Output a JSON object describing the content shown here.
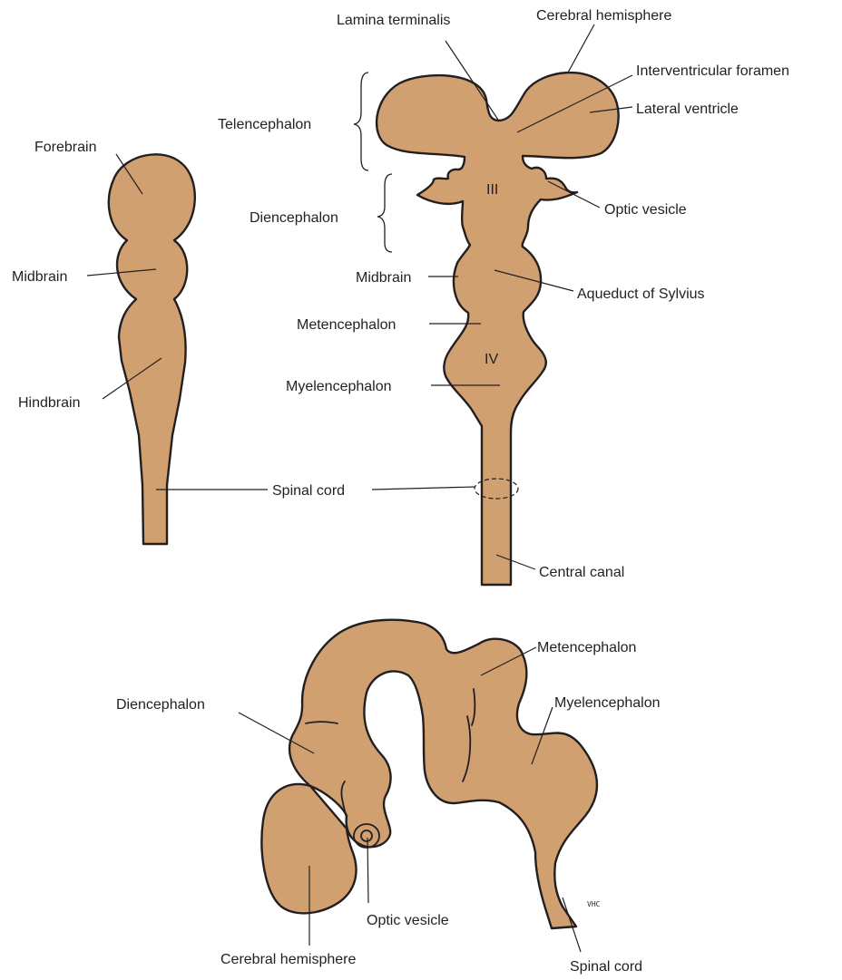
{
  "figure_a": {
    "forebrain": "Forebrain",
    "midbrain": "Midbrain",
    "hindbrain": "Hindbrain",
    "spinal_cord": "Spinal cord"
  },
  "figure_b": {
    "lamina_terminalis": "Lamina terminalis",
    "cerebral_hemisphere": "Cerebral hemisphere",
    "interventricular_foramen": "Interventricular foramen",
    "lateral_ventricle": "Lateral ventricle",
    "telencephalon": "Telencephalon",
    "diencephalon": "Diencephalon",
    "optic_vesicle": "Optic vesicle",
    "third_ventricle": "III",
    "midbrain": "Midbrain",
    "aqueduct": "Aqueduct of Sylvius",
    "metencephalon": "Metencephalon",
    "fourth_ventricle": "IV",
    "myelencephalon": "Myelencephalon",
    "central_canal": "Central canal"
  },
  "figure_c": {
    "diencephalon": "Diencephalon",
    "metencephalon": "Metencephalon",
    "myelencephalon": "Myelencephalon",
    "cerebral_hemisphere": "Cerebral hemisphere",
    "optic_vesicle": "Optic vesicle",
    "spinal_cord": "Spinal cord"
  },
  "colors": {
    "tissue": "#d0a070",
    "outline": "#231f20"
  },
  "signature": "VHC"
}
